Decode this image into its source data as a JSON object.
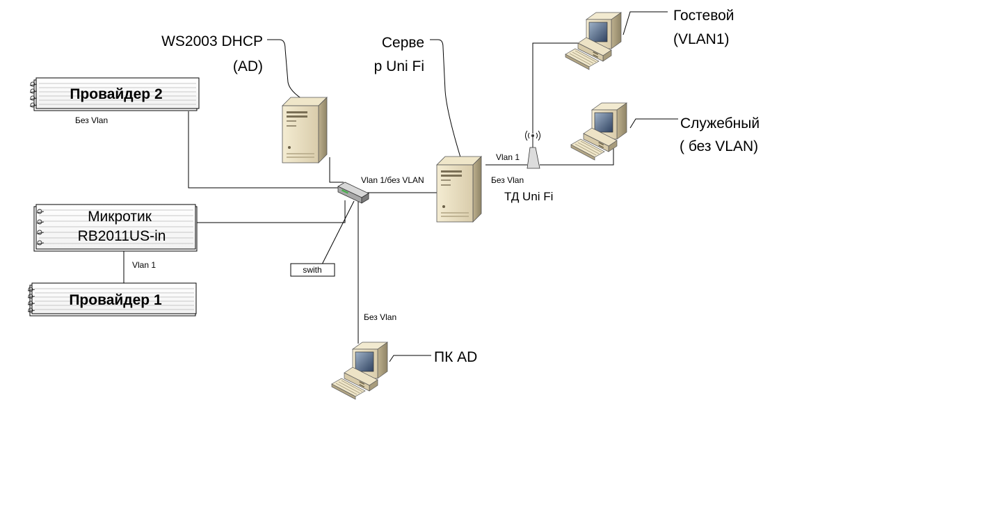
{
  "providers": {
    "provider2": "Провайдер 2",
    "router_line1": "Микротик",
    "router_line2": "RB2011US-in",
    "provider1": "Провайдер 1"
  },
  "servers": {
    "dhcp_line1": "WS2003 DHCP",
    "dhcp_line2": "(AD)",
    "unifi_line1": "Серве",
    "unifi_line2": "р Uni Fi"
  },
  "clients": {
    "guest_line1": "Гостевой",
    "guest_line2": "(VLAN1)",
    "service_line1": "Служебный",
    "service_line2": "( без VLAN)",
    "pc_ad": "ПК AD"
  },
  "access_point": {
    "label": "ТД Uni Fi"
  },
  "switch": {
    "label": "swith"
  },
  "links": {
    "provider2_novlan": "Без Vlan",
    "router_vlan1": "Vlan 1",
    "switch_server": "Vlan 1/без VLAN",
    "ap_vlan1": "Vlan 1",
    "server_ap_novlan": "Без Vlan",
    "pc_novlan": "Без Vlan"
  }
}
